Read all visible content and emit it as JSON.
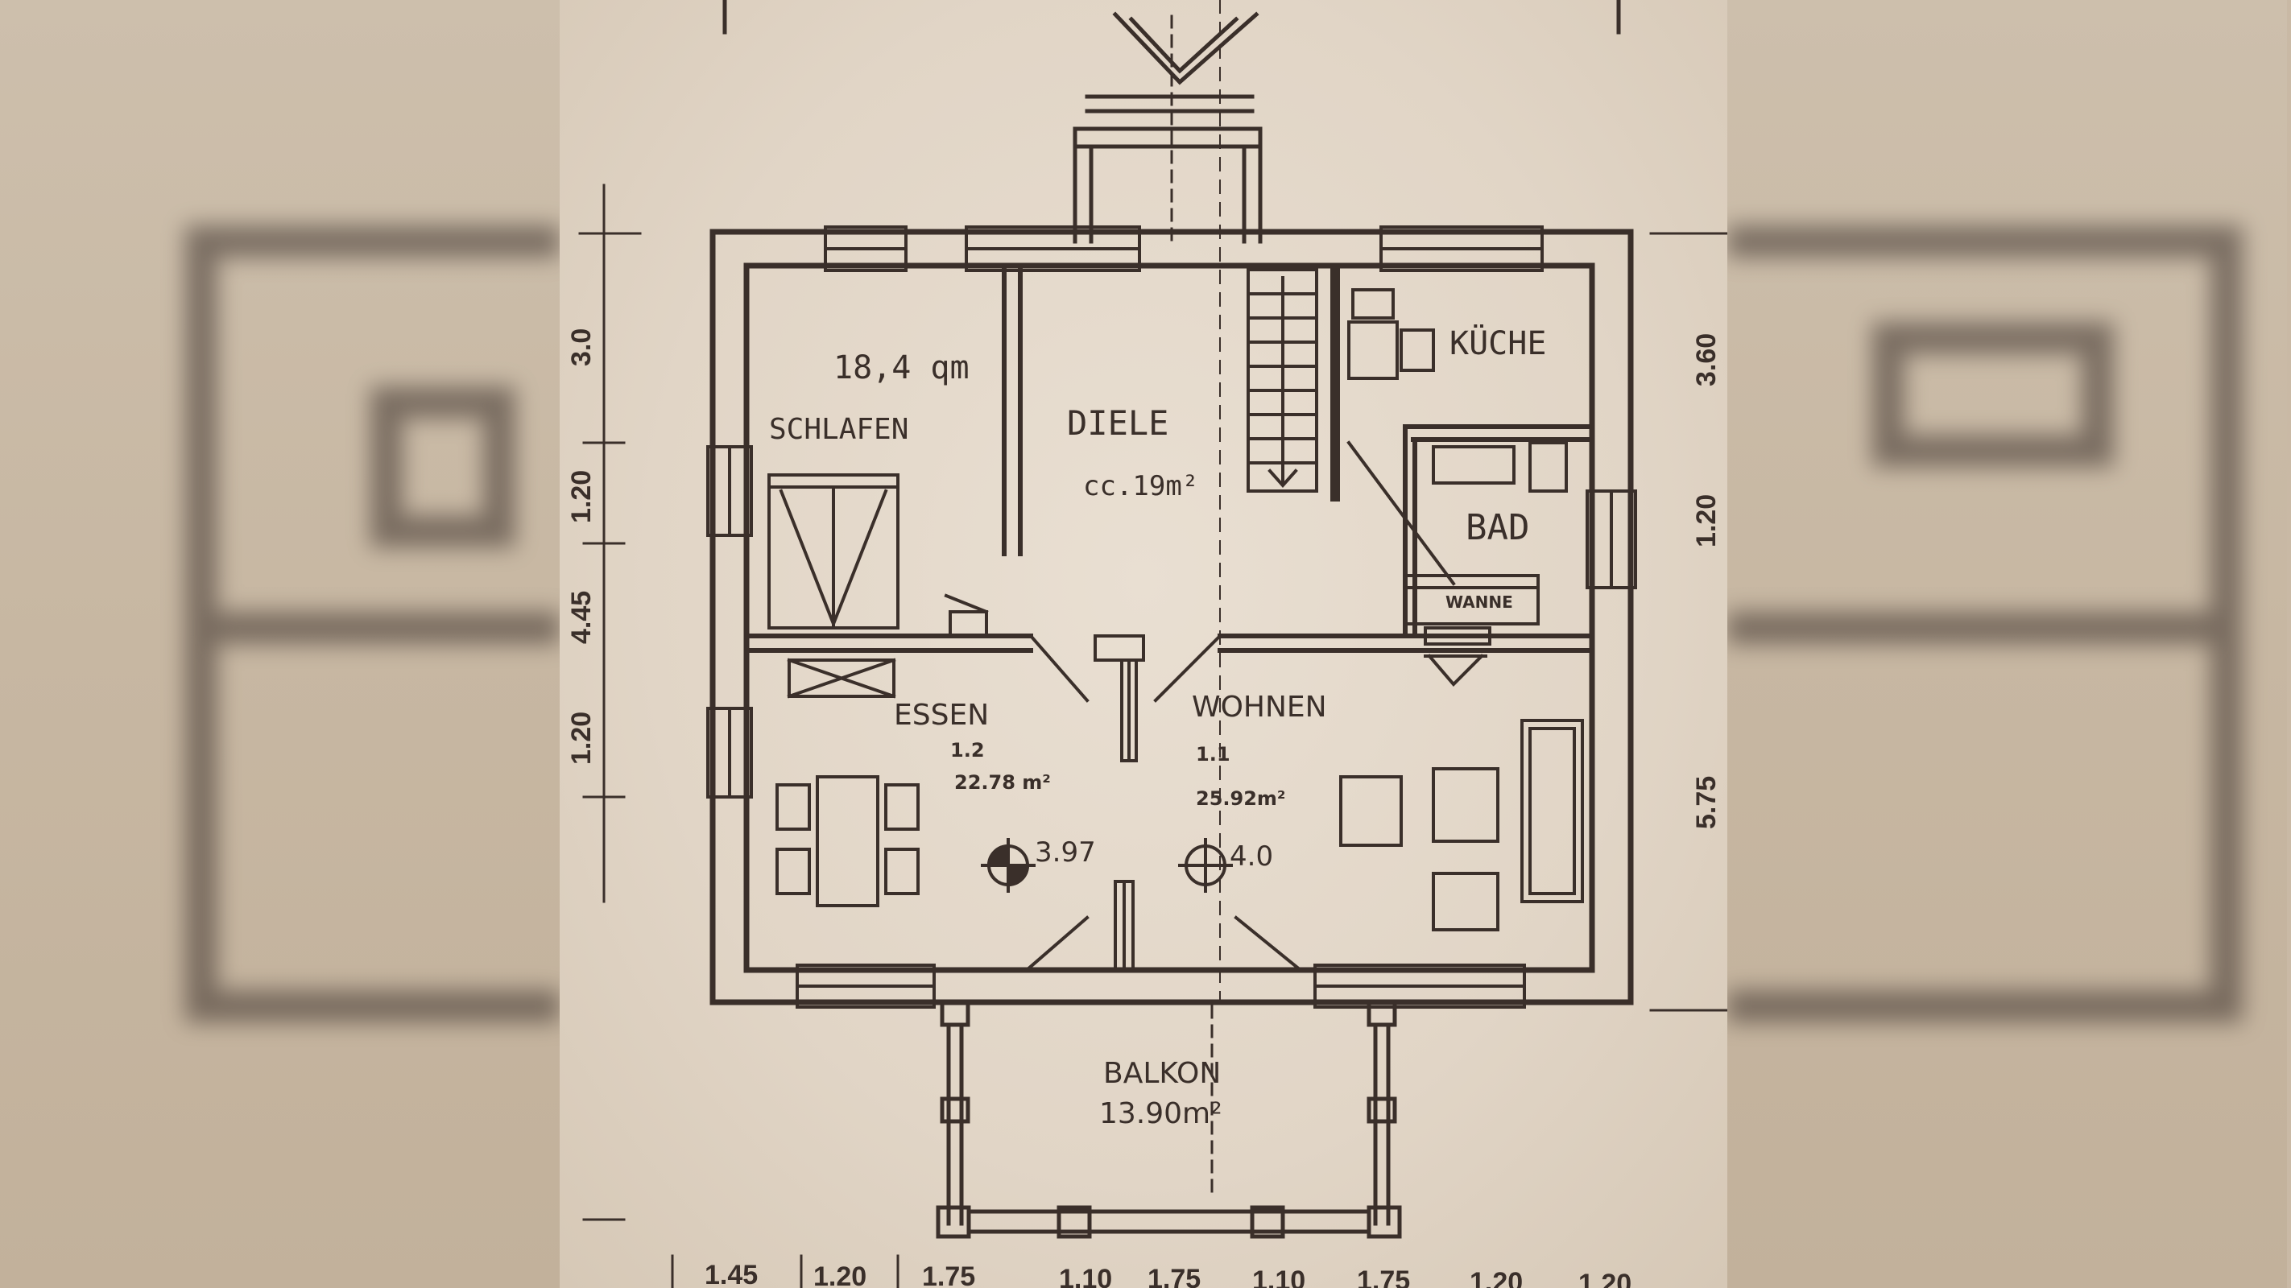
{
  "rooms": {
    "schlafen": {
      "name": "SCHLAFEN",
      "area": "18,4 qm"
    },
    "diele": {
      "name": "DIELE",
      "area": "cc.19m²"
    },
    "kueche": {
      "name": "KÜCHE"
    },
    "bad": {
      "name": "BAD"
    },
    "wanne": {
      "name": "WANNE"
    },
    "essen": {
      "name": "ESSEN",
      "number": "1.2",
      "area": "22.78 m²"
    },
    "wohnen": {
      "name": "WOHNEN",
      "number": "1.1",
      "area": "25.92m²"
    },
    "balkon": {
      "name": "BALKON",
      "area": "13.90m²"
    }
  },
  "levels": {
    "essen": "3.97",
    "wohnen": "4.0"
  },
  "dimensions": {
    "left": [
      "3.0",
      "1.20",
      "4.45",
      "1.20"
    ],
    "right": [
      "3.60",
      "1.20",
      "5.75"
    ],
    "bottom": [
      "1.45",
      "1.20",
      "1.75",
      "1.10",
      "1.75",
      "1.10",
      "1.75",
      "1.20",
      "1.20"
    ]
  },
  "colors": {
    "ink": "#3a2f2a",
    "paper": "#e6dccf",
    "background": "#c9b9a5"
  }
}
